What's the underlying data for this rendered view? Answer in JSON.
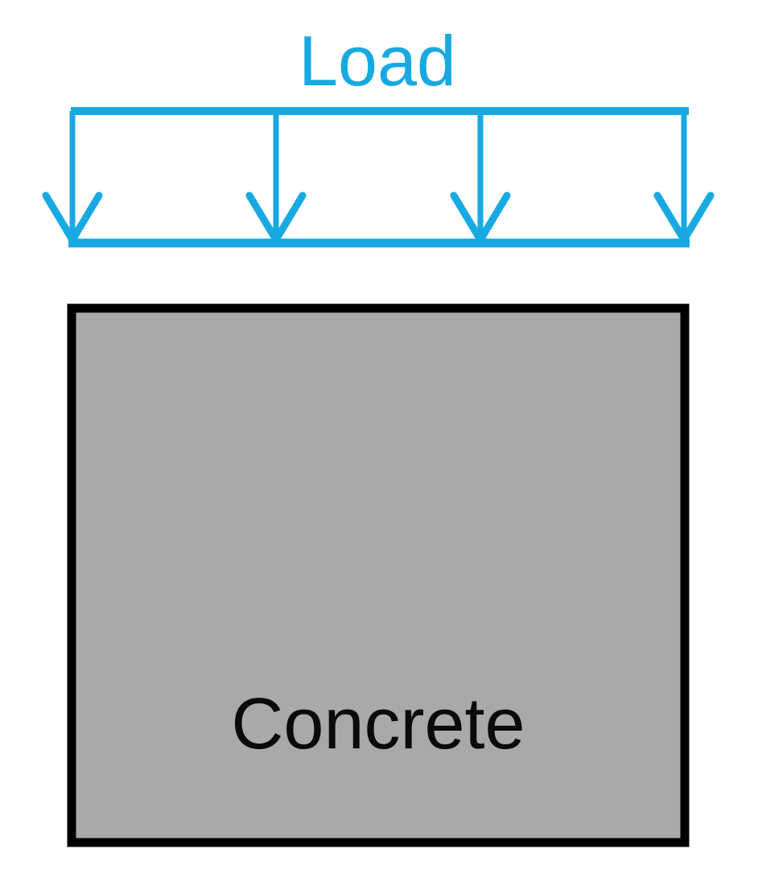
{
  "diagram": {
    "title": "Load",
    "block_label": "Concrete",
    "arrow_count": 4
  },
  "colors": {
    "load_accent": "#18A9E2",
    "concrete_fill": "#A9A9A9",
    "concrete_border": "#000000",
    "label_text": "#0A0A0A",
    "background": "#FFFFFF"
  }
}
